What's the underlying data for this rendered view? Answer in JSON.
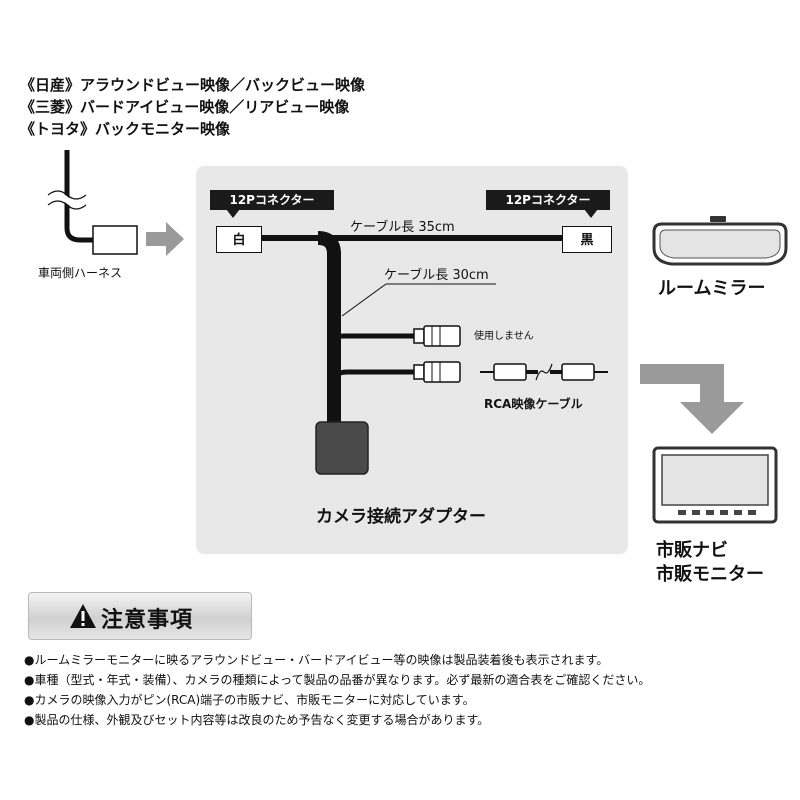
{
  "header": {
    "line1": "《日産》アラウンドビュー映像／バックビュー映像",
    "line2": "《三菱》バードアイビュー映像／リアビュー映像",
    "line3": "《トヨタ》バックモニター映像"
  },
  "diagram": {
    "vehicle_harness_label": "車両側ハーネス",
    "connector_left_label": "12Pコネクター",
    "connector_left_color": "白",
    "connector_right_label": "12Pコネクター",
    "connector_right_color": "黒",
    "cable_length_35": "ケーブル長 35cm",
    "cable_length_30": "ケーブル長 30cm",
    "unused_label": "使用しません",
    "rca_cable_label": "RCA映像ケーブル",
    "adapter_label": "カメラ接続アダプター",
    "room_mirror_label": "ルームミラー",
    "navi_label_line1": "市販ナビ",
    "navi_label_line2": "市販モニター"
  },
  "notice": {
    "title": "注意事項",
    "items": [
      "●ルームミラーモニターに映るアラウンドビュー・バードアイビュー等の映像は製品装着後も表示されます。",
      "●車種（型式・年式・装備）、カメラの種類によって製品の品番が異なります。必ず最新の適合表をご確認ください。",
      "●カメラの映像入力がピン(RCA)端子の市販ナビ、市販モニターに対応しています。",
      "●製品の仕様、外観及びセット内容等は改良のため予告なく変更する場合があります。"
    ]
  },
  "colors": {
    "panel_bg": "#e8e8e8",
    "arrow_gray": "#9a9a9a",
    "cable_black": "#111111"
  }
}
